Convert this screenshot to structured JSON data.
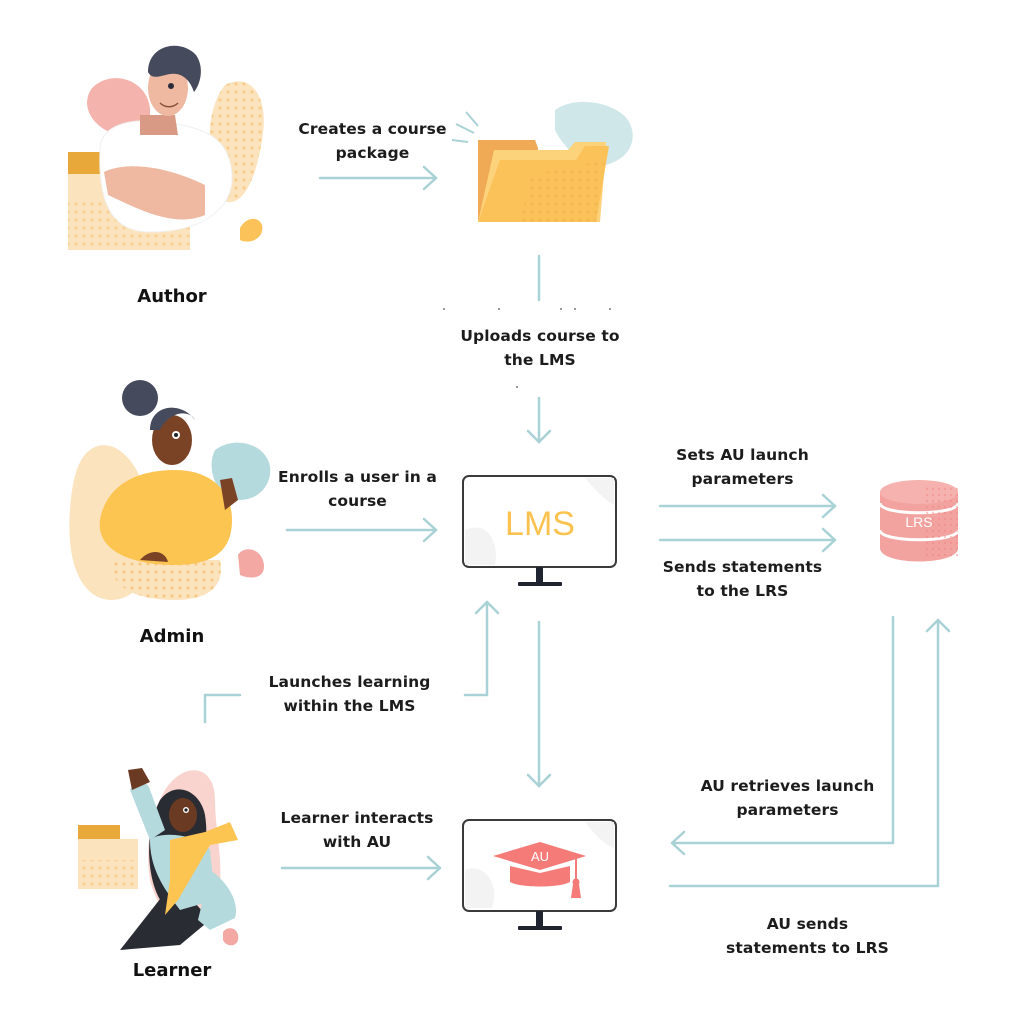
{
  "diagram": {
    "actors": {
      "author": "Author",
      "admin": "Admin",
      "learner": "Learner"
    },
    "systems": {
      "lms": "LMS",
      "lrs": "LRS",
      "au": "AU"
    },
    "flows": {
      "creates_package": [
        "Creates a course",
        "package"
      ],
      "uploads_course": [
        "Uploads course to",
        "the LMS"
      ],
      "enrolls_user": [
        "Enrolls a user in a",
        "course"
      ],
      "sets_au_params": [
        "Sets AU launch",
        "parameters"
      ],
      "sends_statements_lrs": [
        "Sends statements",
        "to the LRS"
      ],
      "launches_learning": [
        "Launches learning",
        "within the LMS"
      ],
      "learner_interacts": [
        "Learner interacts",
        "with AU"
      ],
      "au_retrieves": [
        "AU retrieves launch",
        "parameters"
      ],
      "au_sends": [
        "AU sends",
        "statements to LRS"
      ]
    },
    "colors": {
      "arrow": "#a9d2d6",
      "folder": "#fbc25a",
      "folder_back": "#f0a955",
      "lms_text": "#fbc24f",
      "lrs": "#f2a3a0",
      "au_cap": "#f47b78",
      "monitor_frame": "#3a3a3a",
      "monitor_stand": "#1f2430",
      "text": "#1c1c1c"
    }
  }
}
